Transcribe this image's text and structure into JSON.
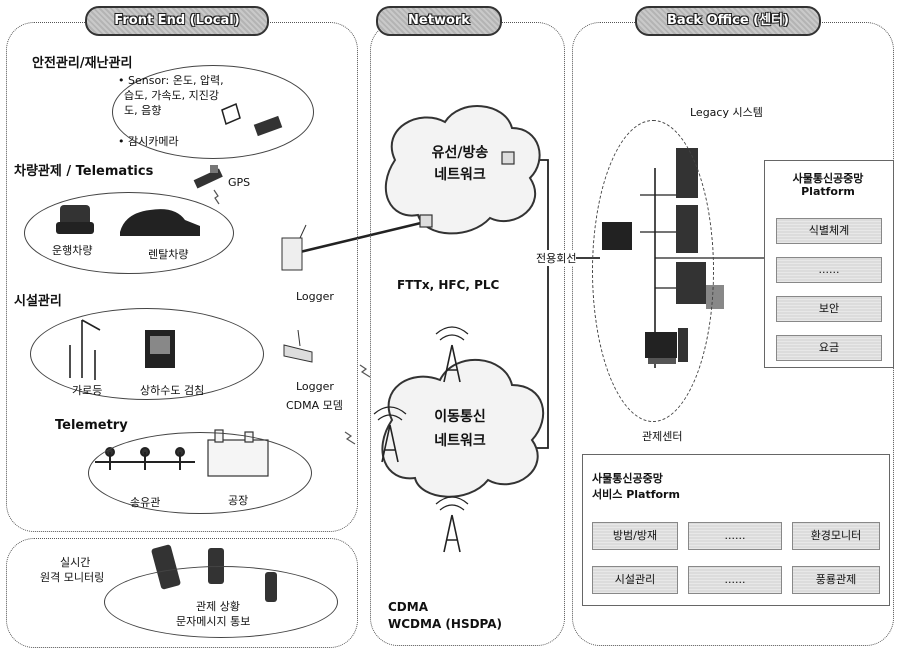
{
  "headers": {
    "front_end": "Front End (Local)",
    "network": "Network",
    "back_office": "Back Office (센터)"
  },
  "front_end": {
    "safety": {
      "title": "안전관리/재난관리",
      "sensor_lines": [
        "• Sensor: 온도, 압력,",
        "습도, 가속도, 지진강",
        "도, 음향"
      ],
      "camera": "• 감시카메라"
    },
    "vehicle": {
      "title": "차량관제 / Telematics",
      "gps": "GPS",
      "operating_vehicle": "운행차량",
      "rental_vehicle": "렌탈차량"
    },
    "facility": {
      "title": "시설관리",
      "streetlight": "가로등",
      "water_meter": "상하수도 검침"
    },
    "telemetry": {
      "title": "Telemetry",
      "pipeline": "송유관",
      "plant": "공장"
    },
    "logger1": "Logger",
    "logger2_lines": [
      "Logger",
      "CDMA 모뎀"
    ]
  },
  "monitoring": {
    "realtime_lines": [
      "실시간",
      "원격 모니터링"
    ],
    "sms_lines": [
      "관제 상황",
      "문자메시지 통보"
    ]
  },
  "network": {
    "wired_cloud_lines": [
      "유선/방송",
      "네트워크"
    ],
    "wired_tech": "FTTx, HFC, PLC",
    "dedicated_line": "전용회선",
    "mobile_cloud_lines": [
      "이동통신",
      "네트워크"
    ],
    "mobile_tech_lines": [
      "CDMA",
      "WCDMA (HSDPA)"
    ]
  },
  "back_office": {
    "legacy": "Legacy 시스템",
    "control_center": "관제센터",
    "platform": {
      "title_lines": [
        "사물통신공중망",
        "Platform"
      ],
      "items": [
        "식별체계",
        "......",
        "보안",
        "요금"
      ]
    },
    "service_platform": {
      "title_lines": [
        "사물통신공중망",
        "서비스 Platform"
      ],
      "items": [
        "방범/방재",
        "......",
        "환경모니터",
        "시설관리",
        "......",
        "풍룡관제"
      ]
    }
  }
}
